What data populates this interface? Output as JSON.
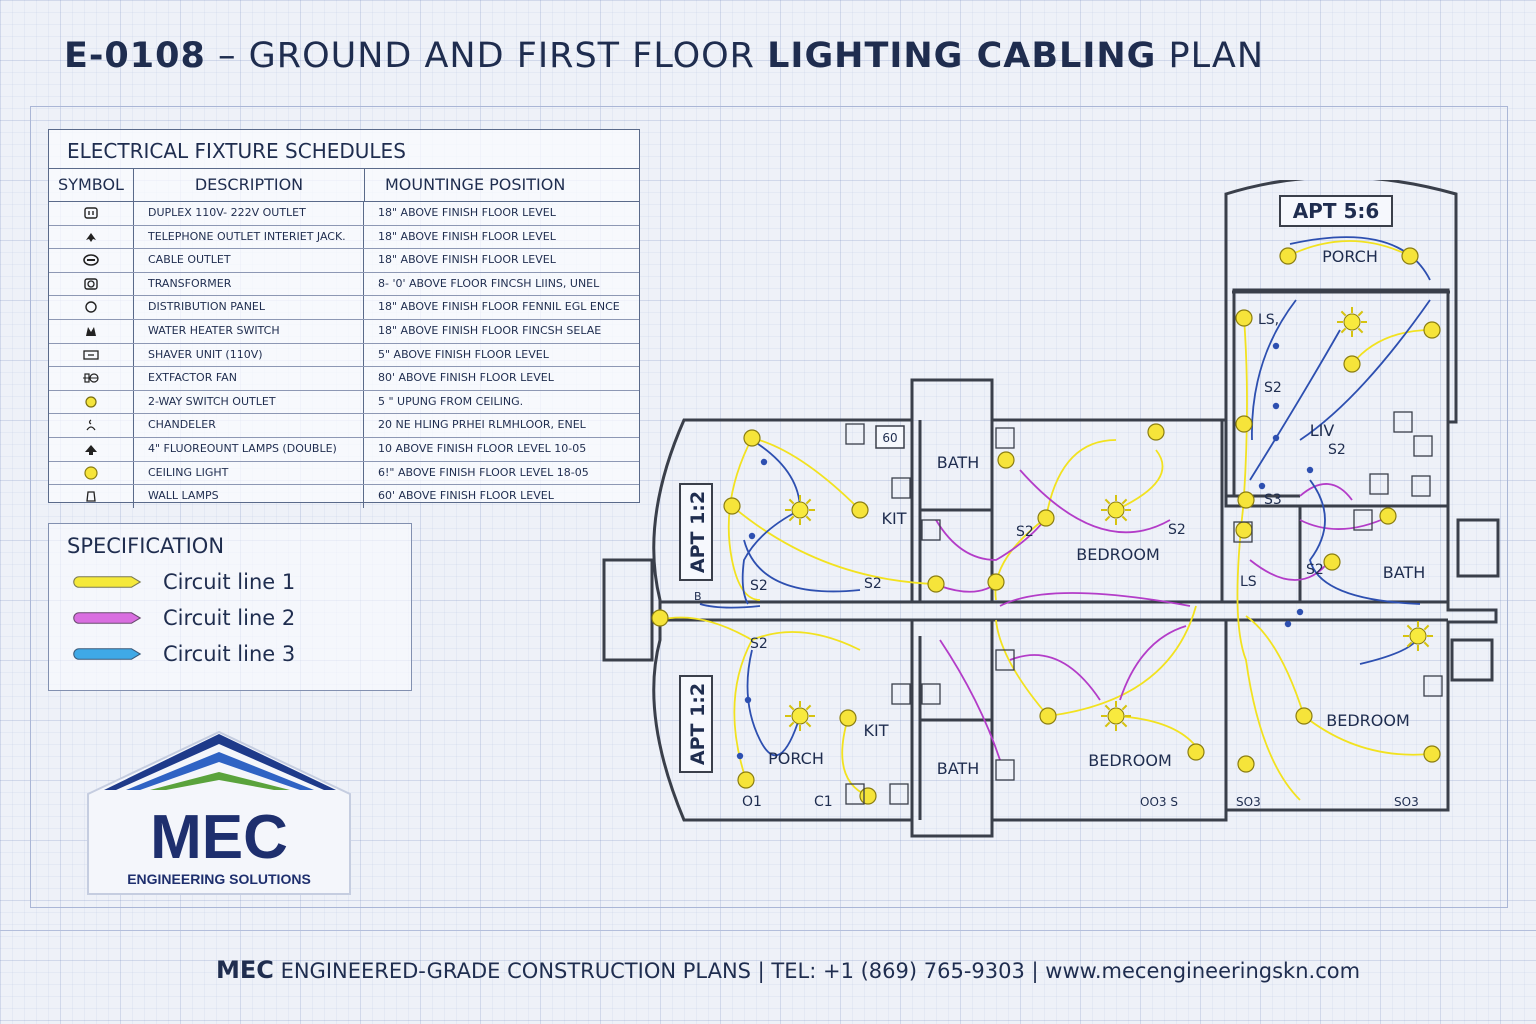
{
  "title": {
    "code": "E-0108",
    "dash": " – ",
    "prefix": "GROUND AND FIRST FLOOR ",
    "bold": "LIGHTING CABLING",
    "suffix": " PLAN"
  },
  "schedule": {
    "heading": "ELECTRICAL FIXTURE SCHEDULES",
    "columns": [
      "SYMBOL",
      "DESCRIPTION",
      "MOUNTINGE POSITION"
    ],
    "rows": [
      {
        "icon": "outlet-icon",
        "description": "DUPLEX 110V- 222V OUTLET",
        "position": "18\" ABOVE FINISH FLOOR LEVEL"
      },
      {
        "icon": "telephone-icon",
        "description": "TELEPHONE OUTLET INTERIET JACK.",
        "position": "18\" ABOVE FINISH FLOOR LEVEL"
      },
      {
        "icon": "cable-icon",
        "description": "CABLE OUTLET",
        "position": "18\" ABOVE FINISH FLOOR LEVEL"
      },
      {
        "icon": "transformer-icon",
        "description": "TRANSFORMER",
        "position": "8- '0' ABOVE FLOOR FINCSH LIINS, UNEL"
      },
      {
        "icon": "panel-icon",
        "description": "DISTRIBUTION PANEL",
        "position": "18\" ABOVE FINISH FLOOR FENNIL EGL ENCE"
      },
      {
        "icon": "heater-icon",
        "description": "WATER HEATER SWITCH",
        "position": "18\" ABOVE FINISH FLOOR FINCSH SELAE"
      },
      {
        "icon": "shaver-icon",
        "description": "SHAVER UNIT (110V)",
        "position": "5\" ABOVE FINISH FLOOR LEVEL"
      },
      {
        "icon": "fan-icon",
        "description": "EXTFACTOR FAN",
        "position": "80' ABOVE FINISH FLOOR LEVEL"
      },
      {
        "icon": "switch-icon",
        "description": "2-WAY SWITCH OUTLET",
        "position": "5 \" UPUNG FROM CEILING."
      },
      {
        "icon": "chandelier-icon",
        "description": "CHANDELER",
        "position": "20 NE HLING PRHEI RLMHLOOR, ENEL"
      },
      {
        "icon": "fluorescent-icon",
        "description": "4\" FLUOREOUNT LAMPS (DOUBLE)",
        "position": "10 ABOVE FINISH FLOOR LEVEL 10-05"
      },
      {
        "icon": "ceiling-light-icon",
        "description": "CEILING LIGHT",
        "position": "6!\" ABOVE FINISH FLOOR LEVEL 18-05"
      },
      {
        "icon": "wall-lamp-icon",
        "description": "WALL LAMPS",
        "position": "60' ABOVE FINISH FLOOR LEVEL"
      }
    ]
  },
  "specification": {
    "heading": "SPECIFICATION",
    "items": [
      {
        "label": "Circuit line 1",
        "color": "#f5e93a"
      },
      {
        "label": "Circuit line 2",
        "color": "#d96ee0"
      },
      {
        "label": "Circuit line 3",
        "color": "#3fa9e6"
      }
    ]
  },
  "logo": {
    "text": "MEC",
    "subtitle": "ENGINEERING SOLUTIONS"
  },
  "colors": {
    "circuit1": "#f2e21f",
    "circuit2": "#b33cc8",
    "circuit3": "#2d4fb0",
    "wall": "#3a3f4a",
    "navy": "#1f2d4f"
  },
  "plan": {
    "apartments": {
      "top_right": "APT 5:6",
      "upper_left": "APT 1:2",
      "lower_left": "APT 1:2"
    },
    "rooms": {
      "porch_top": "PORCH",
      "liv": "LIV",
      "bath_right": "BATH",
      "bedroom_right": "BEDROOM",
      "bath_top_mid": "BATH",
      "bedroom_upper": "BEDROOM",
      "kit_upper": "KIT",
      "kit_lower": "KIT",
      "porch_lower": "PORCH",
      "bath_lower_mid": "BATH",
      "bedroom_lower": "BEDROOM"
    },
    "labels": {
      "s2": "S2",
      "s3": "S3",
      "ls": "LS",
      "ls_comma": "LS,",
      "c1": "C1",
      "o1": "O1",
      "so3": "SO3",
      "oo3s": "OO3 S",
      "n60": "60",
      "b": "B"
    }
  },
  "footer": {
    "brand": "MEC",
    "text": " ENGINEERED-GRADE CONSTRUCTION PLANS | TEL: +1 (869) 765-9303 | www.mecengineeringskn.com"
  }
}
